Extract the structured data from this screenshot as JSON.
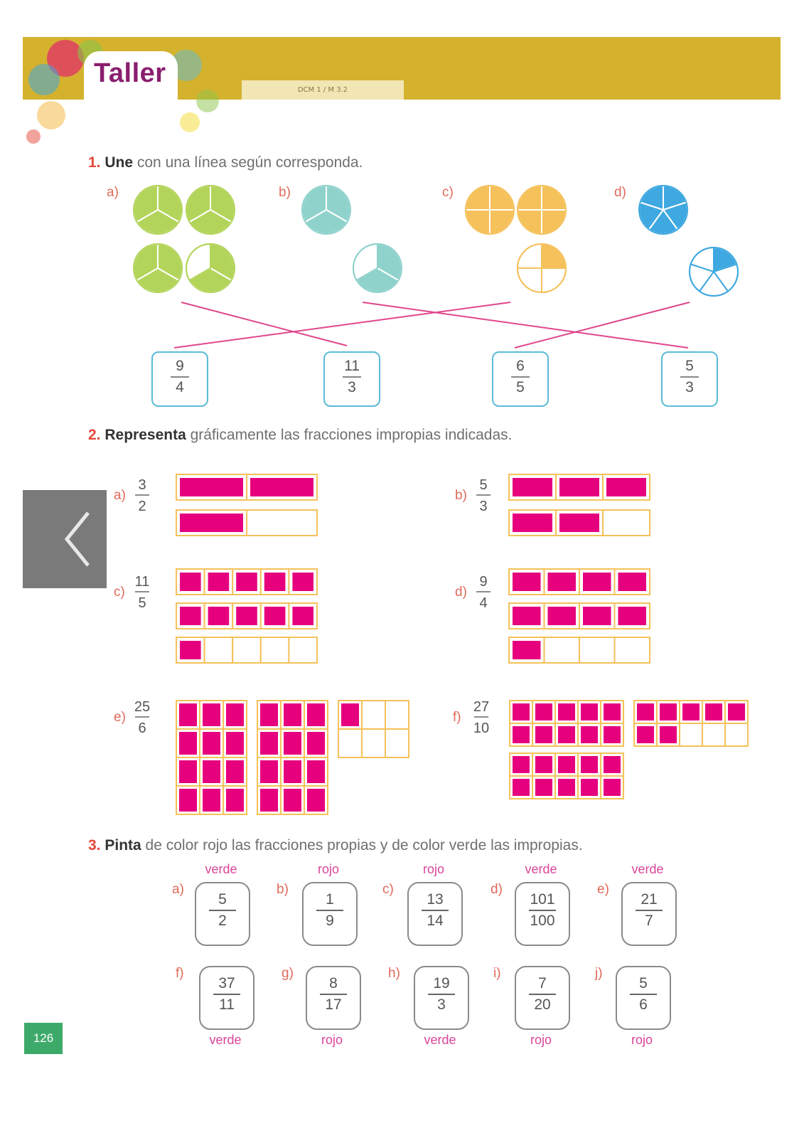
{
  "header": {
    "title": "Taller",
    "reference": "DCM 1 / M 3.2",
    "colors": {
      "band": "#d4b22e",
      "title": "#8a1e6e"
    }
  },
  "q1": {
    "number": "1.",
    "verb": "Une",
    "text": " con una línea según corresponda.",
    "items": [
      {
        "label": "a)",
        "color": "#b3d45a",
        "parts": 3,
        "full": 3,
        "partial_shaded": 2
      },
      {
        "label": "b)",
        "color": "#8fd2cc",
        "parts": 3,
        "full": 1,
        "partial_shaded": 2
      },
      {
        "label": "c)",
        "color": "#f5c15a",
        "parts": 4,
        "full": 2,
        "partial_shaded": 1
      },
      {
        "label": "d)",
        "color": "#3fa8e0",
        "parts": 5,
        "full": 1,
        "partial_shaded": 1
      }
    ],
    "answers": [
      {
        "num": "9",
        "den": "4"
      },
      {
        "num": "11",
        "den": "3"
      },
      {
        "num": "6",
        "den": "5"
      },
      {
        "num": "5",
        "den": "3"
      }
    ],
    "line_color": "#e0468c"
  },
  "q2": {
    "number": "2.",
    "verb": "Representa",
    "text": " gráficamente las fracciones impropias indicadas.",
    "items": [
      {
        "label": "a)",
        "num": "3",
        "den": "2",
        "shaded": 3,
        "per_unit": 2
      },
      {
        "label": "b)",
        "num": "5",
        "den": "3",
        "shaded": 5,
        "per_unit": 3
      },
      {
        "label": "c)",
        "num": "11",
        "den": "5",
        "shaded": 11,
        "per_unit": 5
      },
      {
        "label": "d)",
        "num": "9",
        "den": "4",
        "shaded": 9,
        "per_unit": 4
      },
      {
        "label": "e)",
        "num": "25",
        "den": "6",
        "shaded": 25,
        "per_unit": 6
      },
      {
        "label": "f)",
        "num": "27",
        "den": "10",
        "shaded": 27,
        "per_unit": 10
      }
    ],
    "colors": {
      "fill": "#e6007e",
      "border": "#f5c15a"
    }
  },
  "q3": {
    "number": "3.",
    "verb": "Pinta",
    "text": " de color rojo las fracciones propias y de color verde las impropias.",
    "row1": [
      {
        "label": "a)",
        "num": "5",
        "den": "2",
        "tag": "verde"
      },
      {
        "label": "b)",
        "num": "1",
        "den": "9",
        "tag": "rojo"
      },
      {
        "label": "c)",
        "num": "13",
        "den": "14",
        "tag": "rojo"
      },
      {
        "label": "d)",
        "num": "101",
        "den": "100",
        "tag": "verde"
      },
      {
        "label": "e)",
        "num": "21",
        "den": "7",
        "tag": "verde"
      }
    ],
    "row2": [
      {
        "label": "f)",
        "num": "37",
        "den": "11",
        "tag": "verde"
      },
      {
        "label": "g)",
        "num": "8",
        "den": "17",
        "tag": "rojo"
      },
      {
        "label": "h)",
        "num": "19",
        "den": "3",
        "tag": "verde"
      },
      {
        "label": "i)",
        "num": "7",
        "den": "20",
        "tag": "rojo"
      },
      {
        "label": "j)",
        "num": "5",
        "den": "6",
        "tag": "rojo"
      }
    ]
  },
  "footer": {
    "page_number": "126"
  },
  "nav": {
    "back_icon": "chevron-left-icon"
  }
}
